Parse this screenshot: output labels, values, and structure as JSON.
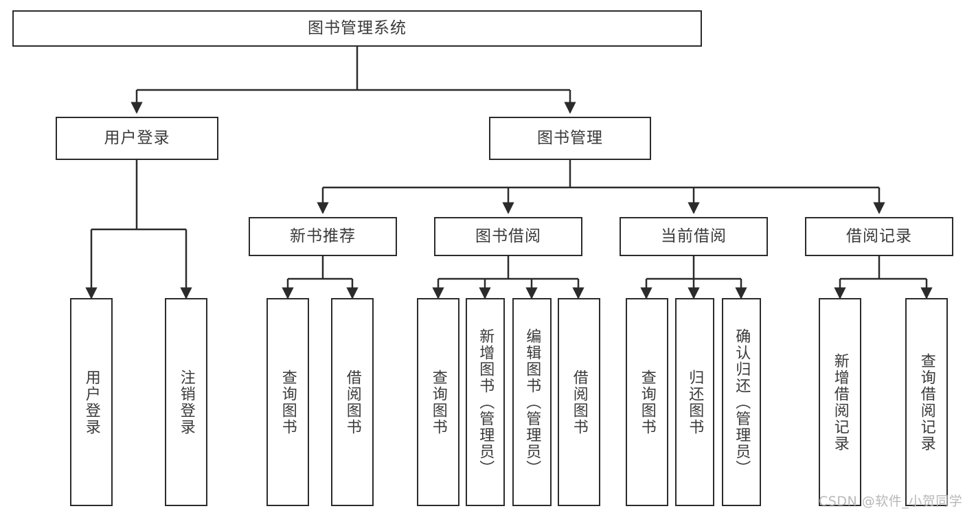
{
  "diagram": {
    "title": "图书管理系统",
    "type": "tree-hierarchy-diagram",
    "watermark": "CSDN @软件_小贺同学",
    "colors": {
      "box_border": "#2b2b2b",
      "box_fill": "#ffffff",
      "text": "#3a3a3a",
      "connector": "#2b2b2b",
      "watermark": "#b8b8b8",
      "background": "#ffffff"
    },
    "root": {
      "label": "图书管理系统"
    },
    "level2": [
      {
        "label": "用户登录"
      },
      {
        "label": "图书管理"
      }
    ],
    "level3": [
      {
        "label": "新书推荐"
      },
      {
        "label": "图书借阅"
      },
      {
        "label": "当前借阅"
      },
      {
        "label": "借阅记录"
      }
    ],
    "leaves": [
      {
        "label": "用户登录",
        "parent": "用户登录"
      },
      {
        "label": "注销登录",
        "parent": "用户登录"
      },
      {
        "label": "查询图书",
        "parent": "新书推荐"
      },
      {
        "label": "借阅图书",
        "parent": "新书推荐"
      },
      {
        "label": "查询图书",
        "parent": "图书借阅"
      },
      {
        "label": "新增图书（管理员）",
        "parent": "图书借阅"
      },
      {
        "label": "编辑图书（管理员）",
        "parent": "图书借阅"
      },
      {
        "label": "借阅图书",
        "parent": "图书借阅"
      },
      {
        "label": "查询图书",
        "parent": "当前借阅"
      },
      {
        "label": "归还图书",
        "parent": "当前借阅"
      },
      {
        "label": "确认归还（管理员）",
        "parent": "当前借阅"
      },
      {
        "label": "新增借阅记录",
        "parent": "借阅记录"
      },
      {
        "label": "查询借阅记录",
        "parent": "借阅记录"
      }
    ]
  }
}
